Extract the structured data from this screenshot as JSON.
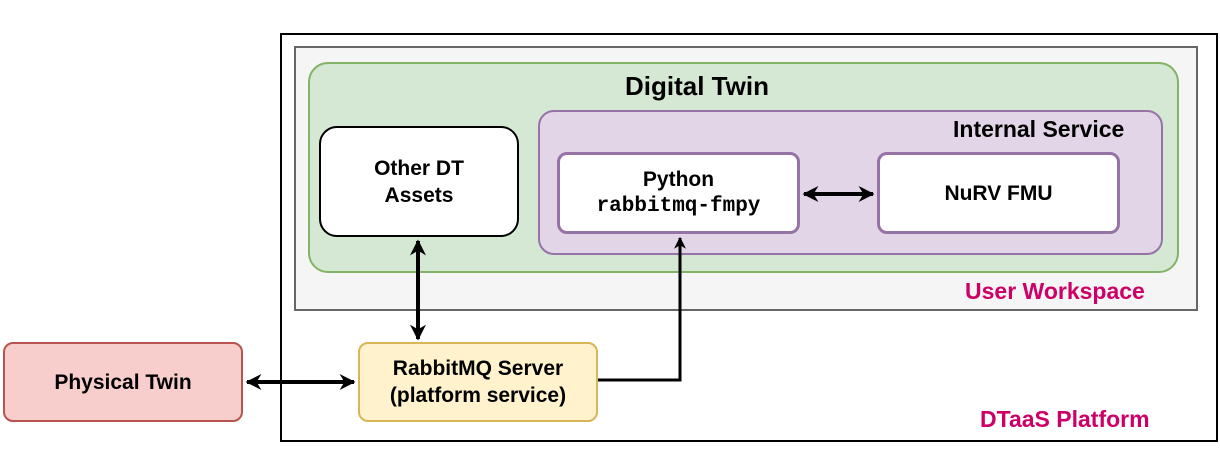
{
  "diagram": {
    "containers": {
      "platform_label": "DTaaS Platform",
      "workspace_label": "User Workspace",
      "digital_twin_label": "Digital Twin",
      "internal_service_label": "Internal Service"
    },
    "nodes": {
      "other_assets": {
        "line1": "Other DT",
        "line2": "Assets"
      },
      "python": {
        "line1": "Python",
        "line2": "rabbitmq-fmpy"
      },
      "nurv": {
        "line1": "NuRV FMU"
      },
      "rabbitmq": {
        "line1": "RabbitMQ Server",
        "line2": "(platform service)"
      },
      "physical": {
        "line1": "Physical Twin"
      }
    },
    "connections": [
      {
        "from": "physical",
        "to": "rabbitmq",
        "direction": "both"
      },
      {
        "from": "rabbitmq",
        "to": "other_assets",
        "direction": "both"
      },
      {
        "from": "rabbitmq",
        "to": "python",
        "direction": "to"
      },
      {
        "from": "python",
        "to": "nurv",
        "direction": "both"
      }
    ],
    "colors": {
      "highlight_text": "#cc0066",
      "digital_twin_fill": "#d5e8d4",
      "digital_twin_stroke": "#82b366",
      "internal_fill": "#e1d5e7",
      "internal_stroke": "#9673a6",
      "rabbitmq_fill": "#fff2cc",
      "rabbitmq_stroke": "#d6b656",
      "physical_fill": "#f8cecc",
      "physical_stroke": "#b85450",
      "workspace_fill": "#f5f5f5"
    }
  }
}
